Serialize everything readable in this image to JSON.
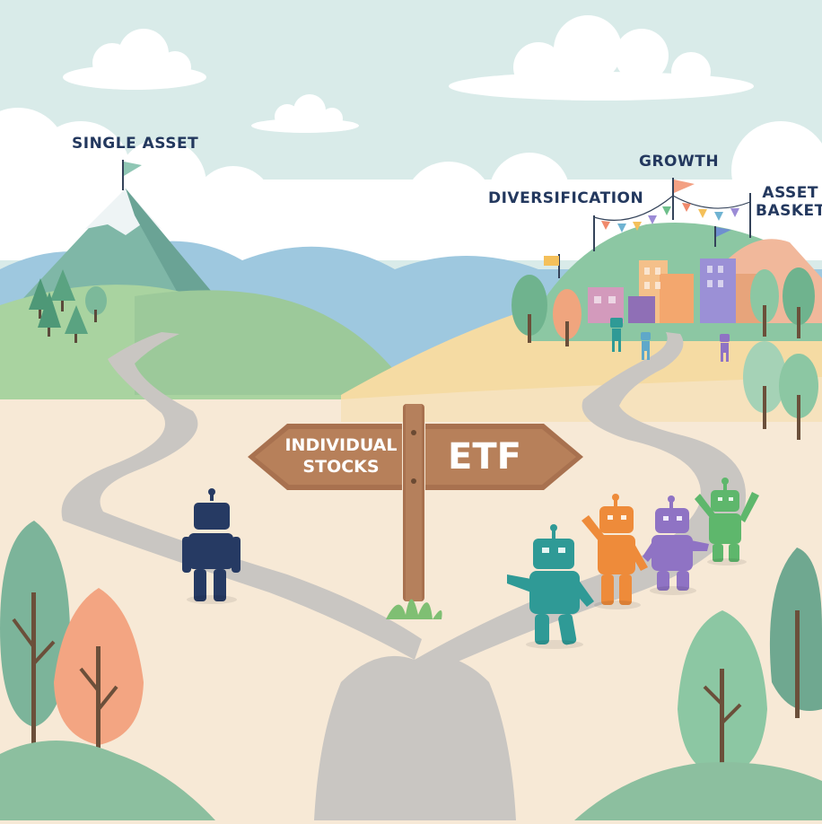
{
  "labels": {
    "single_asset": "SINGLE ASSET",
    "growth": "GROWTH",
    "diversification": "DIVERSIFICATION",
    "asset": "ASSET",
    "basket": "BASKET"
  },
  "signpost": {
    "left_line1": "INDIVIDUAL",
    "left_line2": "STOCKS",
    "right": "ETF"
  },
  "colors": {
    "sky": "#d9ebe9",
    "ground": "#f7e9d6",
    "path": "#c9c6c2",
    "sign_wood": "#a8714f",
    "navy_robot": "#263a63",
    "teal_robot": "#2f9a96",
    "orange_robot": "#ee8b3a",
    "purple_robot": "#8f73c4",
    "green_robot": "#5eb76c",
    "label_text": "#23385e"
  },
  "icons": [
    "mountain-peak-flag",
    "bunting-flags",
    "tree",
    "robot",
    "signpost",
    "cloud",
    "city-buildings"
  ]
}
